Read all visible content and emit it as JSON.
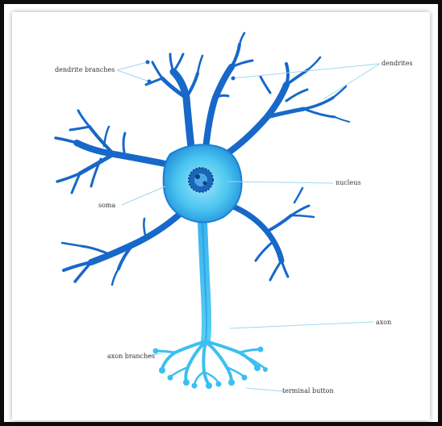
{
  "diagram": {
    "labels": {
      "dendrite_branches": "dendrite branches",
      "dendrites": "dendrites",
      "nucleus": "nucleus",
      "soma": "soma",
      "axon": "axon",
      "axon_branches": "axon branches",
      "terminal_button": "terminal button"
    }
  },
  "colors": {
    "neuron_dark": "#1560c0",
    "neuron_mid": "#1e90ff",
    "neuron_light": "#56d0f2",
    "leader_line": "#9ed8ee",
    "frame": "#0c0c0c"
  }
}
